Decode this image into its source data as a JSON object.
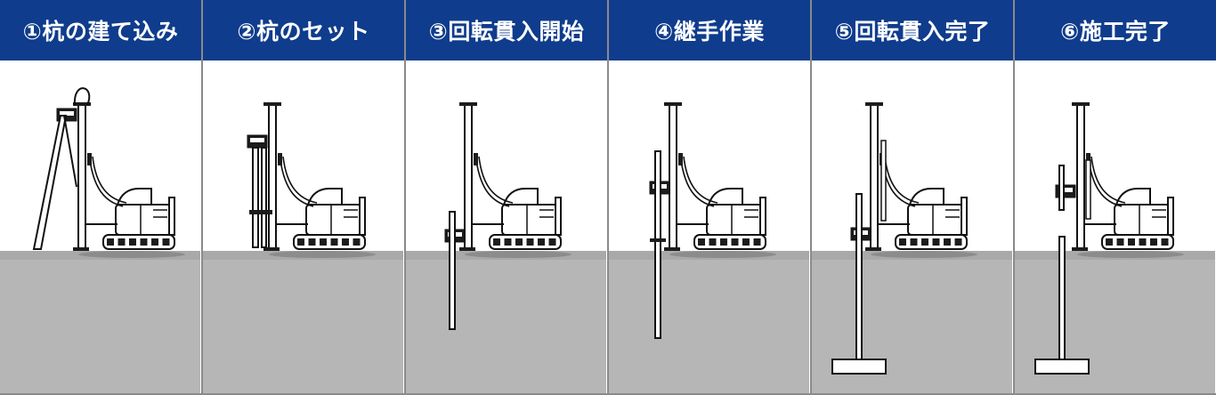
{
  "steps": [
    {
      "label": "①杭の建て込み",
      "stage": "erect"
    },
    {
      "label": "②杭のセット",
      "stage": "set"
    },
    {
      "label": "③回転貫入開始",
      "stage": "start"
    },
    {
      "label": "④継手作業",
      "stage": "joint"
    },
    {
      "label": "⑤回転貫入完了",
      "stage": "complete"
    },
    {
      "label": "⑥施工完了",
      "stage": "finish"
    }
  ],
  "colors": {
    "header": "#0f3c8c",
    "header_text": "#ffffff",
    "sky": "#ffffff",
    "ground": "#b6b6b6",
    "line": "#111111",
    "machine_fill": "#ffffff",
    "accent": "#1c1c1c"
  }
}
